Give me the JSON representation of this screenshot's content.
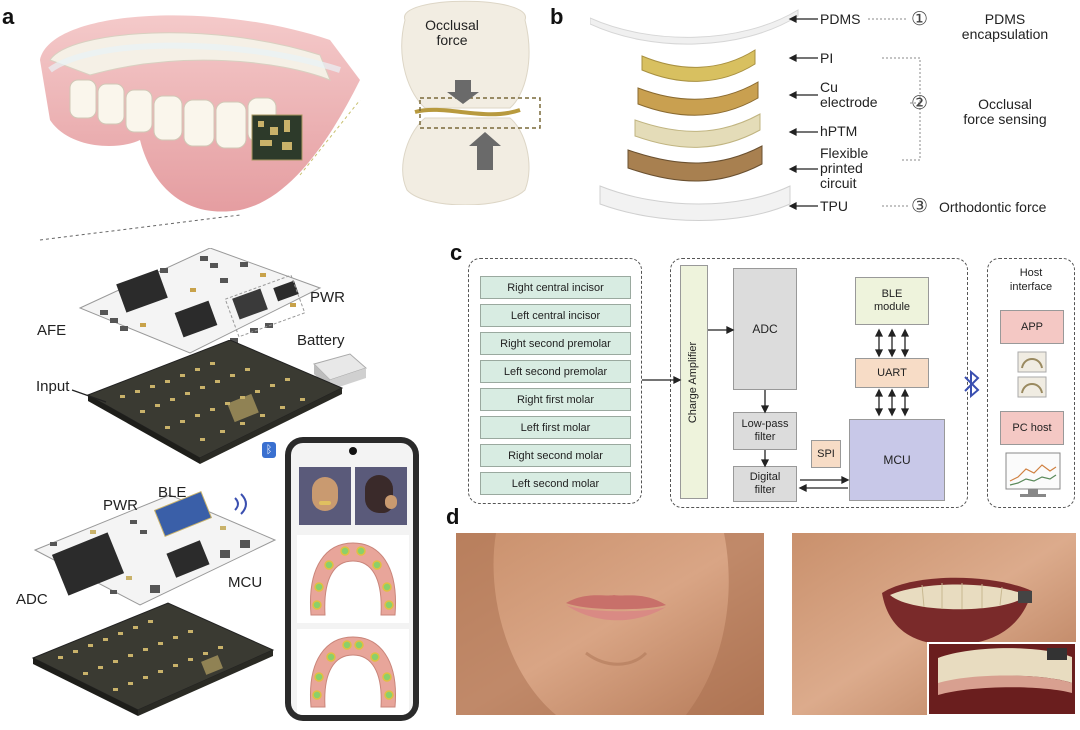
{
  "panels": {
    "a": "a",
    "b": "b",
    "c": "c",
    "d": "d"
  },
  "panel_a": {
    "occlusal_force": "Occlusal\nforce",
    "pwr_top": "PWR",
    "afe": "AFE",
    "battery": "Battery",
    "input": "Input",
    "pwr_bottom": "PWR",
    "ble": "BLE",
    "adc": "ADC",
    "mcu": "MCU"
  },
  "panel_b": {
    "layers": [
      {
        "name": "PDMS"
      },
      {
        "name": "PI"
      },
      {
        "name": "Cu\nelectrode"
      },
      {
        "name": "hPTM"
      },
      {
        "name": "Flexible\nprinted\ncircuit"
      },
      {
        "name": "TPU"
      }
    ],
    "groups": [
      {
        "number": "①",
        "label": "PDMS\nencapsulation"
      },
      {
        "number": "②",
        "label": "Occlusal\nforce sensing"
      },
      {
        "number": "③",
        "label": "Orthodontic force"
      }
    ]
  },
  "panel_c": {
    "teeth": [
      "Right central incisor",
      "Left central incisor",
      "Right second premolar",
      "Left second premolar",
      "Right first molar",
      "Left first molar",
      "Right second molar",
      "Left second molar"
    ],
    "charge_amplifier": "Charge Amplifier",
    "adc": "ADC",
    "low_pass": "Low-pass\nfilter",
    "digital_filter": "Digital\nfilter",
    "spi": "SPI",
    "ble_module": "BLE\nmodule",
    "uart": "UART",
    "mcu": "MCU",
    "host_interface": "Host\ninterface",
    "app": "APP",
    "pc_host": "PC host",
    "colors": {
      "tooth": "#d8ece2",
      "amp": "#eef3dc",
      "adc": "#dcdcdc",
      "ble": "#eef3dc",
      "uart": "#f7dcc6",
      "mcu": "#c8c8e8",
      "spi": "#f7dcc6",
      "host": "#f4c8c4",
      "bluetooth": "#3a4fb0"
    }
  }
}
